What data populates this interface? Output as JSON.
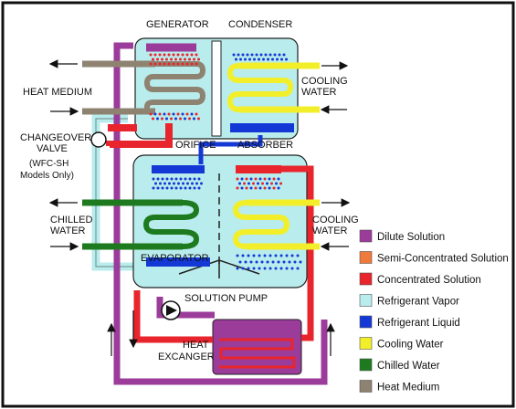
{
  "colors": {
    "dilute": "#9b3b9a",
    "semi": "#f07a3c",
    "concentrated": "#e8242c",
    "vapor": "#b9ecec",
    "liquid": "#1438d6",
    "cooling": "#f2ef2a",
    "chilled": "#1e7a1e",
    "heat": "#8e8270"
  },
  "labels": {
    "generator": "GENERATOR",
    "condenser": "CONDENSER",
    "heat_medium": "HEAT MEDIUM",
    "cooling_water_1": "COOLING",
    "cooling_water_2": "WATER",
    "changeover_1": "CHANGEOVER",
    "changeover_2": "VALVE",
    "wfc_1": "(WFC-SH",
    "wfc_2": "Models Only)",
    "orifice": "ORIFICE",
    "absorber": "ABSORBER",
    "chilled_1": "CHILLED",
    "chilled_2": "WATER",
    "cooling2_1": "COOLING",
    "cooling2_2": "WATER",
    "evaporator": "EVAPORATOR",
    "solution_pump": "SOLUTION PUMP",
    "heat_1": "HEAT",
    "heat_2": "EXCANGER"
  },
  "legend": [
    {
      "label": "Dilute Solution",
      "color": "#9b3b9a"
    },
    {
      "label": "Semi-Concentrated Solution",
      "color": "#f07a3c"
    },
    {
      "label": "Concentrated Solution",
      "color": "#e8242c"
    },
    {
      "label": "Refrigerant Vapor",
      "color": "#b9ecec"
    },
    {
      "label": "Refrigerant Liquid",
      "color": "#1438d6"
    },
    {
      "label": "Cooling Water",
      "color": "#f2ef2a"
    },
    {
      "label": "Chilled Water",
      "color": "#1e7a1e"
    },
    {
      "label": "Heat Medium",
      "color": "#8e8270"
    }
  ]
}
